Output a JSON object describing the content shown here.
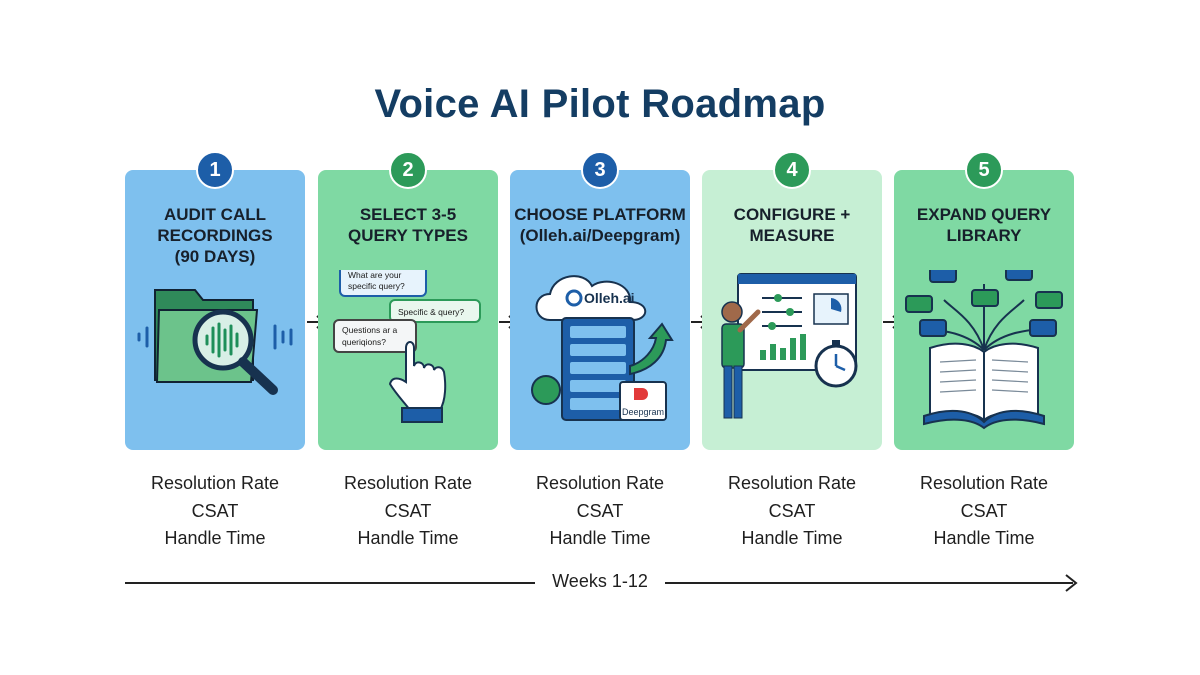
{
  "title": "Voice AI Pilot Roadmap",
  "steps": [
    {
      "number": "1",
      "title_lines": [
        "AUDIT CALL",
        "RECORDINGS",
        "(90 DAYS)"
      ],
      "icon": "folder-magnifier-waveform-icon",
      "metrics": [
        "Resolution Rate",
        "CSAT",
        "Handle Time"
      ]
    },
    {
      "number": "2",
      "title_lines": [
        "SELECT 3-5",
        "QUERY TYPES"
      ],
      "icon": "chat-bubbles-hand-icon",
      "bubbles": [
        "What are your",
        "specific query?",
        "Specific & query?",
        "Questions ar a",
        "queriqions?"
      ],
      "metrics": [
        "Resolution Rate",
        "CSAT",
        "Handle Time"
      ]
    },
    {
      "number": "3",
      "title_lines": [
        "CHOOSE PLATFORM",
        "(Olleh.ai/Deepgram)"
      ],
      "icon": "cloud-server-icon",
      "platforms": [
        "Olleh.ai",
        "Deepgram"
      ],
      "metrics": [
        "Resolution Rate",
        "CSAT",
        "Handle Time"
      ]
    },
    {
      "number": "4",
      "title_lines": [
        "CONFIGURE +",
        "MEASURE"
      ],
      "icon": "person-dashboard-stopwatch-icon",
      "metrics": [
        "Resolution Rate",
        "CSAT",
        "Handle Time"
      ]
    },
    {
      "number": "5",
      "title_lines": [
        "EXPAND QUERY",
        "LIBRARY"
      ],
      "icon": "open-book-chat-icon",
      "metrics": [
        "Resolution Rate",
        "CSAT",
        "Handle Time"
      ]
    }
  ],
  "timeline": {
    "label": "Weeks 1-12"
  },
  "colors": {
    "title": "#143d63",
    "card_blue": "#7ec0ee",
    "card_green": "#7fd9a3",
    "card_pale": "#c6efd4",
    "badge_blue": "#1d5ea8",
    "badge_green": "#2c9a59"
  }
}
